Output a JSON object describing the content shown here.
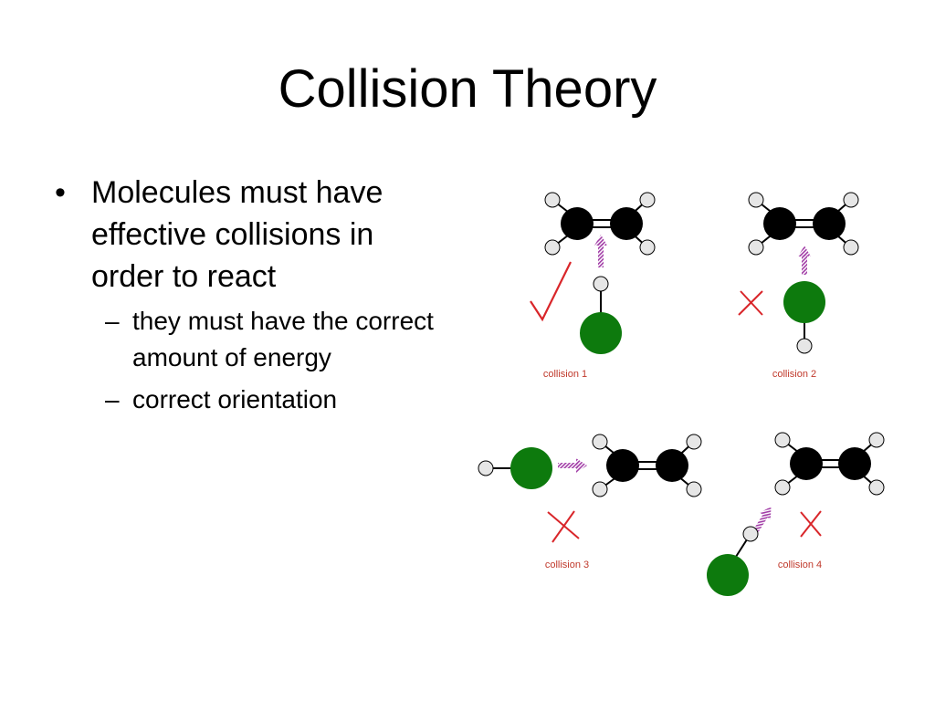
{
  "slide": {
    "title": "Collision Theory",
    "bullets": [
      {
        "marker": "•",
        "text": "Molecules must have effective collisions in order to react",
        "sub": [
          {
            "marker": "–",
            "text": "they must have the correct amount of energy"
          },
          {
            "marker": "–",
            "text": "correct orientation"
          }
        ]
      }
    ]
  },
  "diagram": {
    "panels": [
      {
        "label": "collision 1",
        "result": "check-mark-icon"
      },
      {
        "label": "collision 2",
        "result": "x-mark-icon"
      },
      {
        "label": "collision 3",
        "result": "x-mark-icon"
      },
      {
        "label": "collision 4",
        "result": "x-mark-icon"
      }
    ],
    "colors": {
      "carbon": "#000000",
      "hydrogen": "#e6e6e6",
      "halogen": "#0d7a0d",
      "arrow": "#a23ea7",
      "mark": "#d9262a",
      "label": "#c0392b"
    }
  }
}
